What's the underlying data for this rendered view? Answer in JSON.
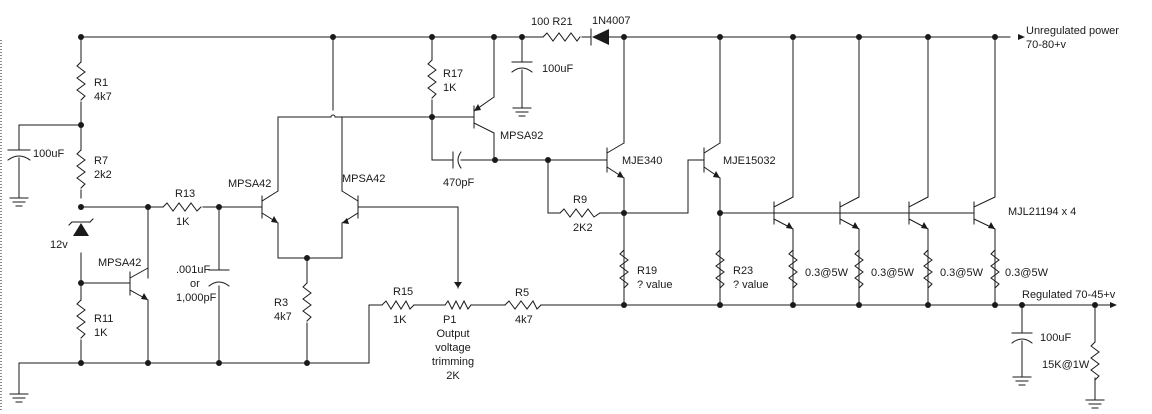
{
  "labels": {
    "r1_name": "R1",
    "r1_val": "4k7",
    "c_100uf_left": "100uF",
    "r7_name": "R7",
    "r7_val": "2k2",
    "zener": "12v",
    "q_mpsa42_low": "MPSA42",
    "r11_name": "R11",
    "r11_val": "1K",
    "r13_name": "R13",
    "r13_val": "1K",
    "q_mpsa42_a": "MPSA42",
    "q_mpsa42_b": "MPSA42",
    "c_001_l1": ".001uF",
    "c_001_l2": "or",
    "c_001_l3": "1,000pF",
    "r3_name": "R3",
    "r3_val": "4k7",
    "r15_name": "R15",
    "r15_val": "1K",
    "p1_name": "P1",
    "p1_l1": "Output",
    "p1_l2": "voltage",
    "p1_l3": "trimming",
    "p1_l4": "2K",
    "r5_name": "R5",
    "r5_val": "4k7",
    "r17_name": "R17",
    "r17_val": "1K",
    "q_mpsa92": "MPSA92",
    "c_470pf": "470pF",
    "r21": "100  R21",
    "d_1n4007": "1N4007",
    "c_100uf_top": "100uF",
    "q_mje340": "MJE340",
    "q_mje15032": "MJE15032",
    "r9_name": "R9",
    "r9_val": "2K2",
    "r19_name": "R19",
    "r19_val": "? value",
    "r23_name": "R23",
    "r23_val": "? value",
    "q_mjl": "MJL21194  x 4",
    "re1": "0.3@5W",
    "re2": "0.3@5W",
    "re3": "0.3@5W",
    "re4": "0.3@5W",
    "unreg_l1": "Unregulated power",
    "unreg_l2": "70-80+v",
    "reg": "Regulated 70-45+v",
    "c_100uf_out": "100uF",
    "r_15k": "15K@1W"
  }
}
